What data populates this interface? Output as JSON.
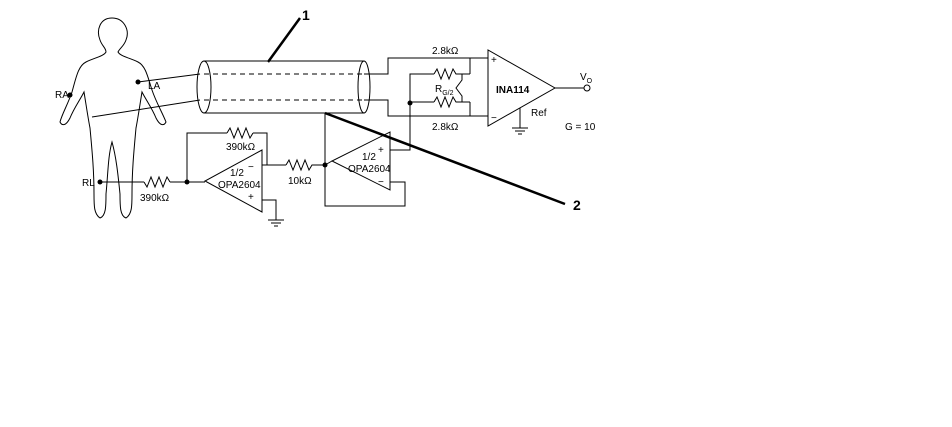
{
  "electrodes": {
    "ra": "RA",
    "la": "LA",
    "rl": "RL"
  },
  "cable_callout": "1",
  "guard_callout": "2",
  "ina": {
    "name": "INA114",
    "r_top": "2.8kΩ",
    "r_bottom": "2.8kΩ",
    "rg_main": "R",
    "rg_sub": "G/2",
    "plus": "+",
    "minus": "−",
    "ref": "Ref",
    "vo_main": "V",
    "vo_sub": "O",
    "gain": "G = 10"
  },
  "driver_amp": {
    "line1": "1/2",
    "line2": "OPA2604",
    "minus": "−",
    "plus": "+",
    "r_feedback": "390kΩ",
    "r_input": "10kΩ",
    "r_output": "390kΩ"
  },
  "guard_amp": {
    "line1": "1/2",
    "line2": "OPA2604",
    "plus": "+",
    "minus": "−"
  }
}
